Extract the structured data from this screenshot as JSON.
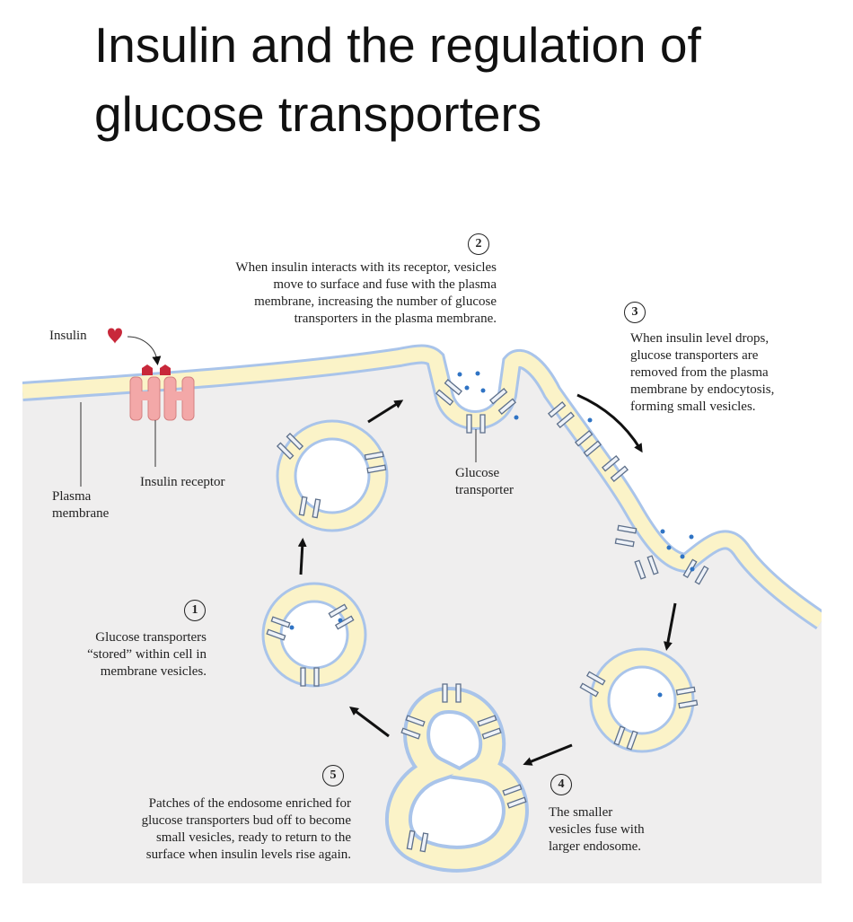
{
  "title": {
    "line1": "Insulin and the regulation of",
    "line2": "glucose transporters"
  },
  "labels": {
    "insulin": "Insulin",
    "insulin_receptor": "Insulin receptor",
    "plasma_membrane": [
      "Plasma",
      "membrane"
    ],
    "glucose_transporter": [
      "Glucose",
      "transporter"
    ]
  },
  "steps": [
    {
      "number": "1",
      "lines": [
        "Glucose transporters",
        "“stored” within cell in",
        "membrane vesicles."
      ]
    },
    {
      "number": "2",
      "lines": [
        "When insulin interacts with its receptor, vesicles",
        "move to surface and fuse with the plasma",
        "membrane, increasing the number of glucose",
        "transporters in the plasma membrane."
      ]
    },
    {
      "number": "3",
      "lines": [
        "When insulin level drops,",
        "glucose transporters are",
        "removed from the plasma",
        "membrane by endocytosis,",
        "forming small vesicles."
      ]
    },
    {
      "number": "4",
      "lines": [
        "The smaller",
        "vesicles fuse with",
        "larger endosome."
      ]
    },
    {
      "number": "5",
      "lines": [
        "Patches of the endosome enriched for",
        "glucose transporters bud off to become",
        "small vesicles, ready to return to the",
        "surface when insulin levels rise again."
      ]
    }
  ],
  "colors": {
    "cytoplasm": "#efeeee",
    "membrane_core": "#fbf3c8",
    "membrane_edge": "#a9c4ea",
    "receptor": "#f3a8a8",
    "insulin": "#c8283a",
    "transporter": "#eef2f8",
    "glucose": "#2f73c4"
  }
}
